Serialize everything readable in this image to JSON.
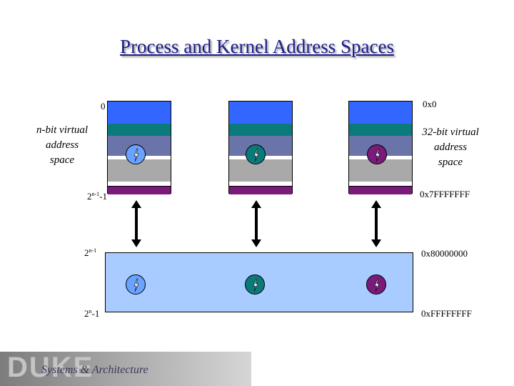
{
  "title": "Process and Kernel Address Spaces",
  "left_labels": {
    "zero": "0",
    "n_bit_note_line1": "n-bit virtual",
    "n_bit_note_line2": "address",
    "n_bit_note_line3": "space",
    "half_minus_one_base": "2",
    "half_minus_one_exp": "n-1",
    "half_minus_one_suffix": "-1",
    "half_base": "2",
    "half_exp": "n-1",
    "full_base": "2",
    "full_exp": "n",
    "full_suffix": "-1"
  },
  "right_labels": {
    "zero": "0x0",
    "bit_note_line1": "32-bit virtual",
    "bit_note_line2": "address",
    "bit_note_line3": "space",
    "user_top": "0x7FFFFFFF",
    "kernel_base": "0x80000000",
    "kernel_top": "0xFFFFFFFF"
  },
  "colors": {
    "title": "#1a1a8c",
    "code_segment": "#3366ff",
    "data_segment": "#0a7a7a",
    "heap_segment": "#6a74a8",
    "stack_segment": "#a9a9a9",
    "kernel_strip": "#7a1a7a",
    "kernel_space": "#a8ccff",
    "thread_blue": "#6aa2ff",
    "thread_teal": "#0a7a7a",
    "thread_purple": "#7a1a7a"
  },
  "processes": [
    {
      "thread_icon": "thread-lightning-icon",
      "thread_color": "#6aa2ff"
    },
    {
      "thread_icon": "thread-lightning-icon",
      "thread_color": "#0a7a7a"
    },
    {
      "thread_icon": "thread-lightning-icon",
      "thread_color": "#7a1a7a"
    }
  ],
  "footer": {
    "logo": "DUKE",
    "subtitle": "Systems & Architecture"
  }
}
